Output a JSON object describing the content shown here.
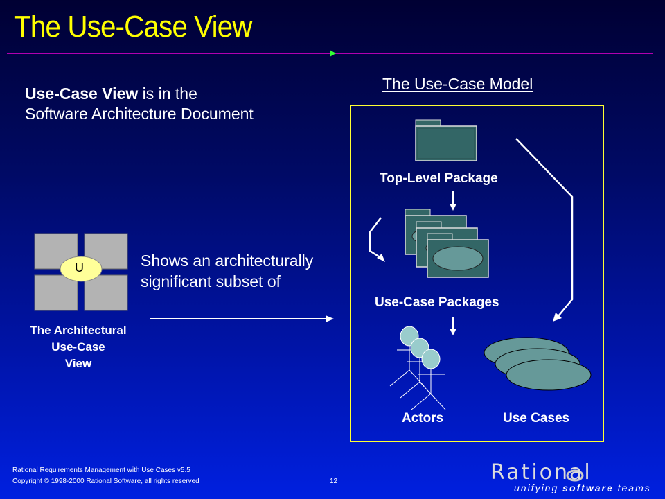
{
  "slide": {
    "title": "The Use-Case View",
    "intro_bold": "Use-Case View",
    "intro_rest": " is in the",
    "intro_line2": "Software Architecture Document",
    "model_heading": "The Use-Case Model",
    "shows_line1": "Shows an architecturally",
    "shows_line2": "significant subset of",
    "arch_caption_line1": "The Architectural",
    "arch_caption_line2": "Use-Case",
    "arch_caption_line3": "View",
    "arch_badge": "U",
    "top_level_package": "Top-Level Package",
    "use_case_packages": "Use-Case Packages",
    "actors": "Actors",
    "use_cases": "Use Cases"
  },
  "footer": {
    "line1": "Rational Requirements Management with Use Cases v5.5",
    "line2": "Copyright © 1998-2000 Rational Software, all rights reserved",
    "page_number": "12",
    "logo_text": "Rational",
    "tagline_pre": "unifying ",
    "tagline_hl": "software",
    "tagline_post": " teams"
  },
  "colors": {
    "title": "#ffff00",
    "rule": "#b000b0",
    "arrow_accent": "#33ff33",
    "box_border": "#ffff33",
    "package_fill": "#336666",
    "ellipse_fill": "#669999"
  }
}
